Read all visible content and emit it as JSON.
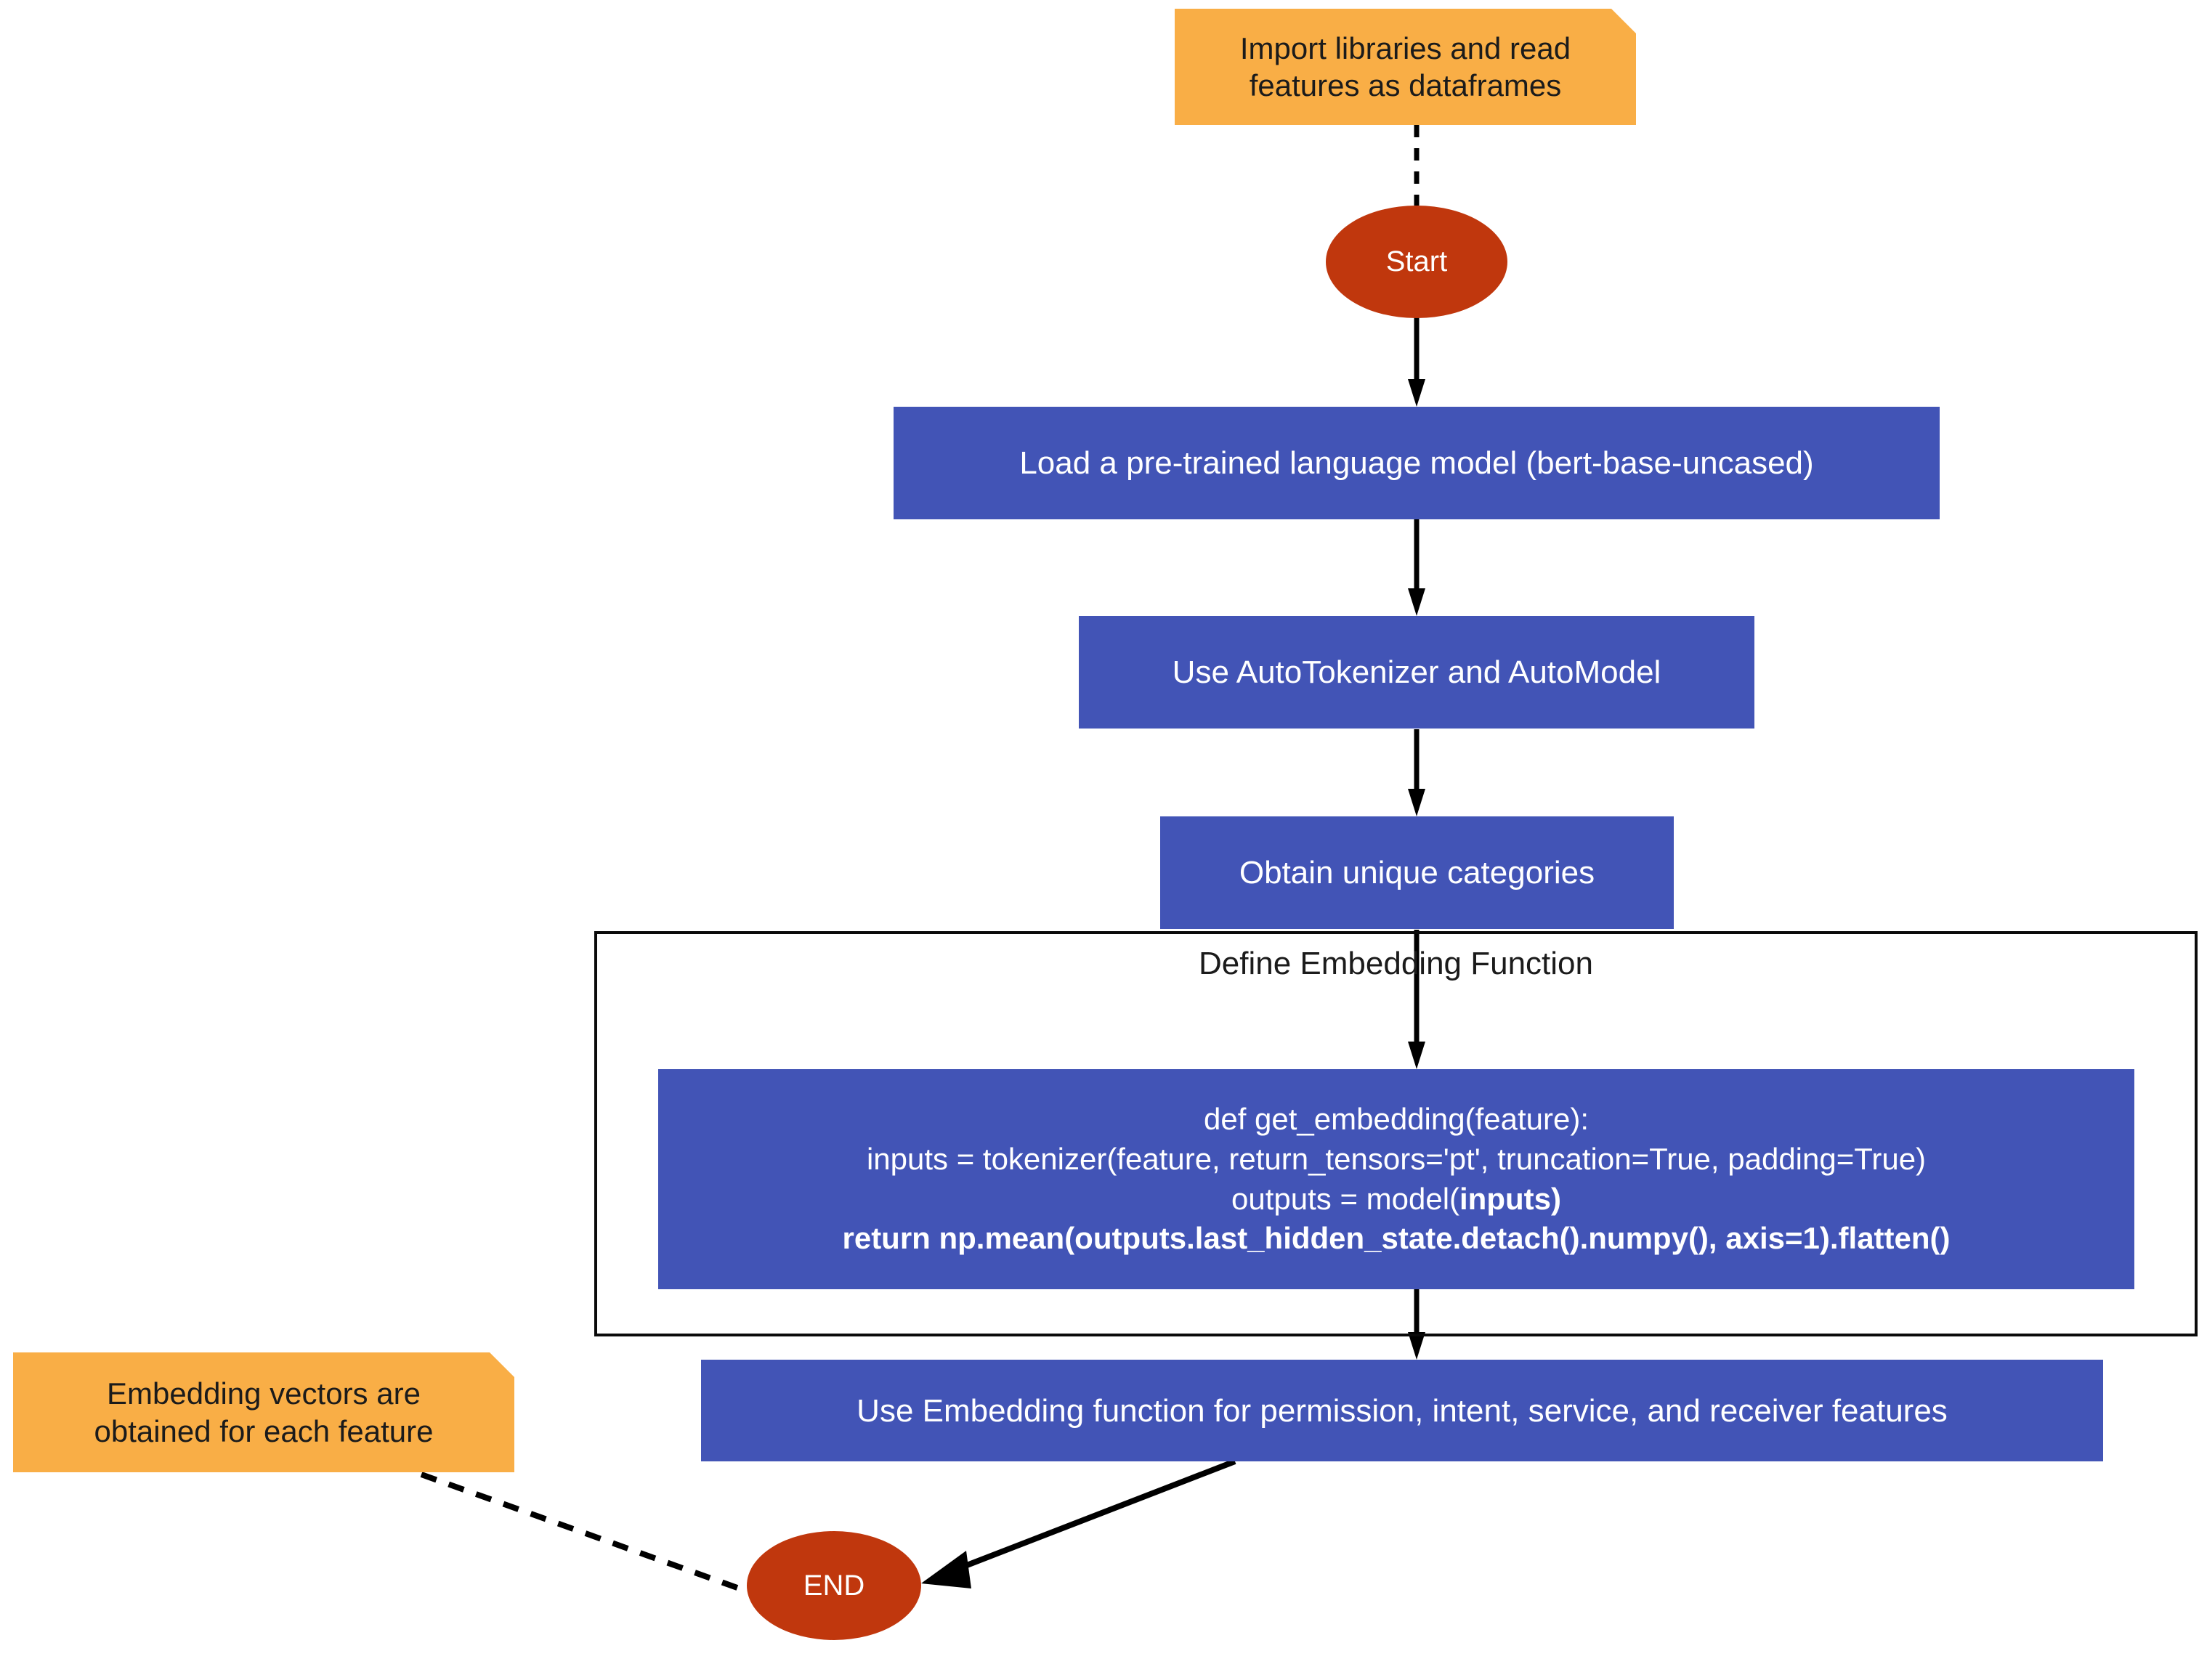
{
  "diagram": {
    "title": "Embedding generation flowchart",
    "colors": {
      "process_fill": "#4254B6",
      "process_text": "#FFFFFF",
      "terminal_fill": "#C0370D",
      "terminal_text": "#FFFFFF",
      "note_fill": "#F9AE46",
      "note_text": "#1B1B1B",
      "edge": "#000000",
      "subgraph_border": "#0A0A0A",
      "background": "#FFFFFF"
    },
    "notes": [
      {
        "id": "note-import",
        "text_lines": [
          "Import libraries and read",
          "features as dataframes"
        ]
      },
      {
        "id": "note-embedding-vectors",
        "text_lines": [
          "Embedding vectors are",
          "obtained for each feature"
        ]
      }
    ],
    "terminals": [
      {
        "id": "start",
        "label": "Start"
      },
      {
        "id": "end",
        "label": "END"
      }
    ],
    "processes": [
      {
        "id": "load-model",
        "label": "Load a pre-trained language model (bert-base-uncased)"
      },
      {
        "id": "auto-tokenizer",
        "label": "Use AutoTokenizer and AutoModel"
      },
      {
        "id": "unique-categories",
        "label": "Obtain unique categories"
      },
      {
        "id": "use-embedding-function",
        "label": "Use Embedding function for permission, intent, service, and receiver features"
      }
    ],
    "subgraph": {
      "id": "define-embedding-function",
      "title": "Define Embedding Function"
    },
    "code_block": {
      "id": "get-embedding-code",
      "lines": [
        {
          "text": "def get_embedding(feature):",
          "bold": false
        },
        {
          "text": "inputs = tokenizer(feature, return_tensors='pt', truncation=True, padding=True)",
          "bold": false
        },
        {
          "text_plain": "outputs = model(",
          "text_bold": "inputs)",
          "bold": false
        },
        {
          "text": "return np.mean(outputs.last_hidden_state.detach().numpy(), axis=1).flatten()",
          "bold": true
        }
      ]
    },
    "edges": [
      {
        "from": "note-import",
        "to": "start",
        "style": "dashed",
        "arrow": false
      },
      {
        "from": "start",
        "to": "load-model",
        "style": "solid",
        "arrow": true
      },
      {
        "from": "load-model",
        "to": "auto-tokenizer",
        "style": "solid",
        "arrow": true
      },
      {
        "from": "auto-tokenizer",
        "to": "unique-categories",
        "style": "solid",
        "arrow": true
      },
      {
        "from": "unique-categories",
        "to": "get-embedding-code",
        "style": "solid",
        "arrow": true
      },
      {
        "from": "get-embedding-code",
        "to": "use-embedding-function",
        "style": "solid",
        "arrow": true
      },
      {
        "from": "use-embedding-function",
        "to": "end",
        "style": "solid",
        "arrow": true
      },
      {
        "from": "note-embedding-vectors",
        "to": "end",
        "style": "dashed",
        "arrow": false
      }
    ]
  }
}
